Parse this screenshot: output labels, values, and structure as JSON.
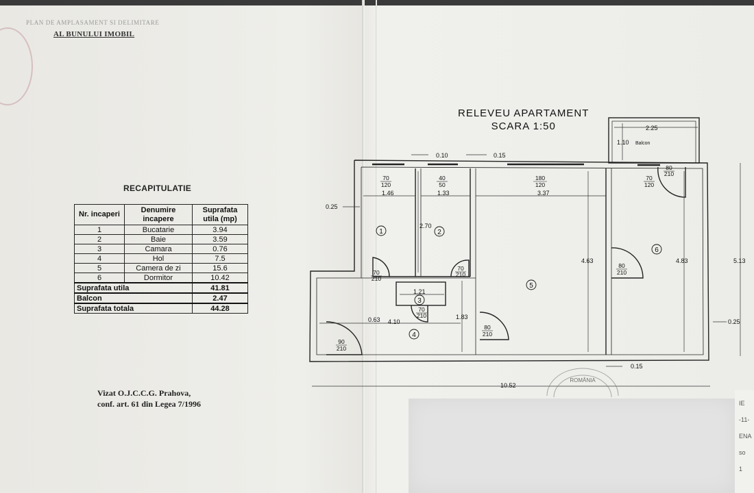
{
  "header": {
    "top_line": "PLAN DE AMPLASAMENT SI DELIMITARE",
    "subtitle": "AL BUNULUI IMOBIL"
  },
  "recap": {
    "title": "RECAPITULATIE",
    "headers": [
      "Nr. incaperi",
      "Denumire incapere",
      "Suprafata utila (mp)"
    ],
    "rows": [
      {
        "nr": "1",
        "name": "Bucatarie",
        "area": "3.94"
      },
      {
        "nr": "2",
        "name": "Baie",
        "area": "3.59"
      },
      {
        "nr": "3",
        "name": "Camara",
        "area": "0.76"
      },
      {
        "nr": "4",
        "name": "Hol",
        "area": "7.5"
      },
      {
        "nr": "5",
        "name": "Camera de zi",
        "area": "15.6"
      },
      {
        "nr": "6",
        "name": "Dormitor",
        "area": "10.42"
      }
    ],
    "totals": [
      {
        "label": "Suprafata utila",
        "value": "41.81"
      },
      {
        "label": "Balcon",
        "value": "2.47"
      },
      {
        "label": "Suprafata totala",
        "value": "44.28"
      }
    ]
  },
  "vizat": {
    "line1": "Vizat O.J.C.C.G. Prahova,",
    "line2": "conf. art. 61 din Legea 7/1996"
  },
  "plan": {
    "title_line1": "RELEVEU APARTAMENT",
    "title_line2": "SCARA 1:50",
    "balcon_label": "Balcon",
    "room_numbers": [
      "1",
      "2",
      "3",
      "4",
      "5",
      "6"
    ],
    "dims": {
      "balcon_w": "2.25",
      "balcon_d": "1.10",
      "d010": "0.10",
      "d015_top": "0.15",
      "d025_left": "0.25",
      "d146": "1.46",
      "d133": "1.33",
      "d337": "3.37",
      "d270": "2.70",
      "d463": "4.63",
      "d483": "4.83",
      "d513": "5.13",
      "d121": "1.21",
      "d063": "0.63",
      "d410": "4.10",
      "d183": "1.83",
      "d025_right": "0.25",
      "d015_bottom": "0.15",
      "d1052": "10.52"
    },
    "openings": {
      "w1_top": "70",
      "w1_bot": "120",
      "w2_top": "40",
      "w2_bot": "50",
      "w5_top": "180",
      "w5_bot": "120",
      "w6_top": "70",
      "w6_bot": "120",
      "dbal_top": "80",
      "dbal_bot": "210",
      "d1_top": "70",
      "d1_bot": "210",
      "d2_top": "70",
      "d2_bot": "210",
      "d3_top": "70",
      "d3_bot": "210",
      "d5_top": "80",
      "d5_bot": "210",
      "d6_top": "80",
      "d6_bot": "210",
      "dent_top": "90",
      "dent_bot": "210"
    },
    "stamp_text": "ROMÂNIA"
  },
  "edge_fragments": [
    "IE",
    "-11-",
    "ENA",
    "so",
    "1"
  ]
}
